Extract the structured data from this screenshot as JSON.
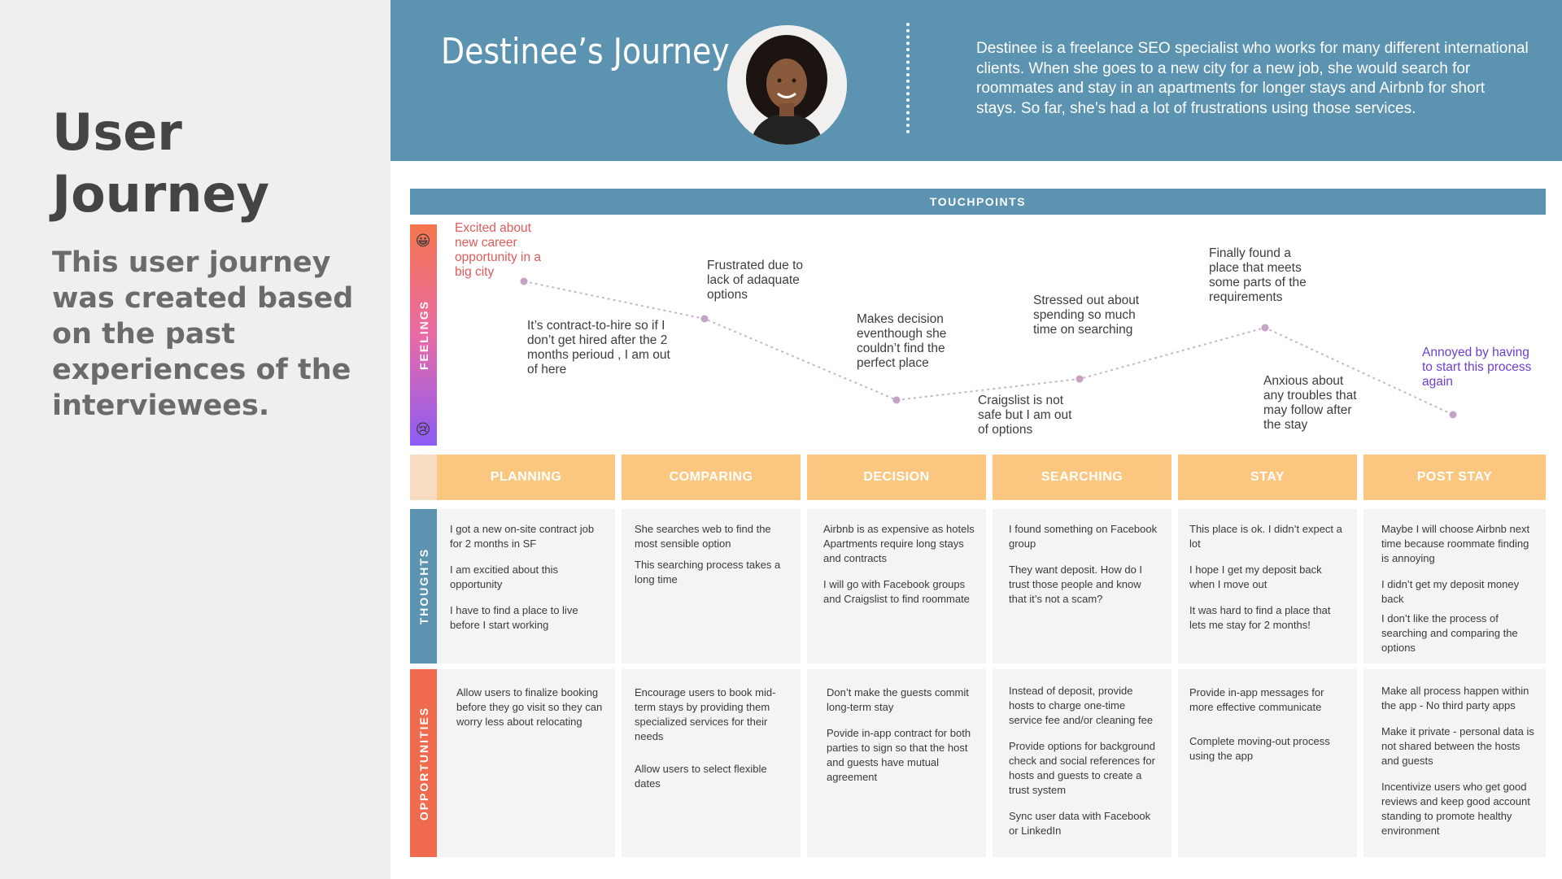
{
  "left": {
    "title": "User Journey",
    "description": "This user journey was created based on the past experiences of the interviewees."
  },
  "header": {
    "persona_name": "Destinee’s Journey",
    "persona_description": "Destinee is a freelance SEO specialist who works for many different international clients. When she goes to a new city for a new job, she would search for roommates and stay in an apartments for longer stays and Airbnb for short stays. So far, she’s had a lot of frustrations using those services."
  },
  "touchpoints_label": "TOUCHPOINTS",
  "feelings_label": "FEELINGS",
  "thoughts_label": "THOUGHTS",
  "opportunities_label": "OPPORTUNITIES",
  "icons": {
    "happy": "smiling-face-icon",
    "sad": "sad-face-icon"
  },
  "colors": {
    "primary_blue": "#5b93b1",
    "stage_orange": "#fbc680",
    "opportunity_orange": "#f06a4e",
    "feeling_red": "#e05a5a",
    "feeling_purple": "#6b3fd4"
  },
  "feelings": [
    {
      "text": "Excited about new career opportunity in a big city",
      "tone": "positive"
    },
    {
      "text": "It’s contract-to-hire so if I don’t get hired after the 2 months perioud , I am out of here",
      "tone": "neutral"
    },
    {
      "text": "Frustrated due to lack of adaquate options",
      "tone": "neutral"
    },
    {
      "text": "Makes decision eventhough she couldn’t find the perfect place",
      "tone": "neutral"
    },
    {
      "text": "Craigslist is not safe but I am out of options",
      "tone": "neutral"
    },
    {
      "text": "Stressed out about spending so much time on searching",
      "tone": "neutral"
    },
    {
      "text": "Finally found a place that meets some parts of the requirements",
      "tone": "neutral"
    },
    {
      "text": "Anxious about any troubles that may follow after the stay",
      "tone": "neutral"
    },
    {
      "text": "Annoyed by having to start this process again",
      "tone": "negative"
    }
  ],
  "stages": [
    {
      "name": "PLANNING",
      "thoughts": [
        "I  got a new on-site contract job for 2 months in SF",
        "I am excitied about this opportunity",
        "I have to find a place to live before I start working"
      ],
      "opportunities": [
        "Allow users to finalize booking before they go visit so they can worry less about relocating"
      ]
    },
    {
      "name": "COMPARING",
      "thoughts": [
        "She searches web to find the most sensible option",
        "This searching process takes a long time"
      ],
      "opportunities": [
        "Encourage users to book mid-term stays by providing them specialized services for their needs",
        "Allow users to select flexible dates"
      ]
    },
    {
      "name": "DECISION",
      "thoughts": [
        "Airbnb is as expensive as hotels",
        "Apartments require long stays and contracts",
        "I will go with Facebook groups and Craigslist to find roommate"
      ],
      "opportunities": [
        "Don’t make the guests commit long-term stay",
        "Povide in-app contract for both parties to sign so that the host and guests have mutual agreement"
      ]
    },
    {
      "name": "SEARCHING",
      "thoughts": [
        "I found something on Facebook group",
        "They want deposit. How do I trust those people and know that it’s not a scam?"
      ],
      "opportunities": [
        "Instead of deposit, provide hosts to charge one-time service fee and/or cleaning fee",
        "Provide options for background check and social references for hosts and guests to create a trust system",
        "Sync user data with Facebook or LinkedIn"
      ]
    },
    {
      "name": "STAY",
      "thoughts": [
        "This place is ok. I didn’t expect a lot",
        "I hope I get my deposit back when I move out",
        "It was hard to find a place that lets me stay for 2 months!"
      ],
      "opportunities": [
        "Provide in-app messages for more effective communicate",
        "Complete moving-out process using the app"
      ]
    },
    {
      "name": "POST STAY",
      "thoughts": [
        "Maybe I will choose Airbnb next time because roommate finding is annoying",
        "I didn’t get my deposit money back",
        "I don’t like the process of searching and comparing the options"
      ],
      "opportunities": [
        "Make all process happen within the app - No third party apps",
        "Make it private - personal data is not shared between the hosts and guests",
        "Incentivize users who get good reviews and keep good account standing to promote healthy environment"
      ]
    }
  ]
}
